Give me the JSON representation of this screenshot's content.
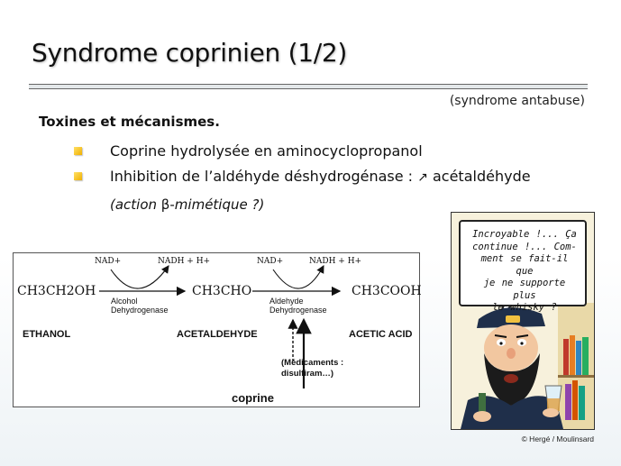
{
  "slide": {
    "title": "Syndrome coprinien (1/2)",
    "subtitle_note": "(syndrome antabuse)",
    "section_heading": "Toxines et mécanismes.",
    "bullets": [
      {
        "text": "Coprine hydrolysée en aminocyclopropanol"
      },
      {
        "text_before": "Inhibition de l’aldéhyde déshydrogénase :",
        "arrow_symbol": "↗",
        "text_after": "acétaldéhyde"
      }
    ],
    "note_line": {
      "open": "(",
      "italic_1": "action",
      "greek": " β-",
      "italic_2": "mimétique ?)"
    }
  },
  "diagram": {
    "compounds": {
      "ethanol_formula": "CH3CH2OH",
      "acetaldehyde_formula": "CH3CHO",
      "acetic_acid_formula": "CH3COOH",
      "ethanol_label": "ETHANOL",
      "acetaldehyde_label": "ACETALDEHYDE",
      "acetic_acid_label": "ACETIC ACID"
    },
    "cofactors": {
      "nad_1": "NAD+",
      "nadh_1": "NADH + H+",
      "nad_2": "NAD+",
      "nadh_2": "NADH + H+"
    },
    "enzymes": {
      "enzyme_1_line1": "Alcohol",
      "enzyme_1_line2": "Dehydrogenase",
      "enzyme_2_line1": "Aldehyde",
      "enzyme_2_line2": "Dehydrogenase"
    },
    "inhibitors": {
      "drugs_line1": "(Médicaments :",
      "drugs_line2": "disulfiram…)",
      "coprine": "coprine"
    }
  },
  "comic": {
    "speech_lines": [
      "Incroyable !... Ça",
      "continue !... Com-",
      "ment se fait-il que",
      "je ne supporte plus",
      "le whisky ?"
    ],
    "credit": "© Hergé / Moulinsard"
  },
  "colors": {
    "bullet": "#f0b000",
    "background_bottom": "#eef3f6",
    "comic_background": "#f7f1dc"
  }
}
